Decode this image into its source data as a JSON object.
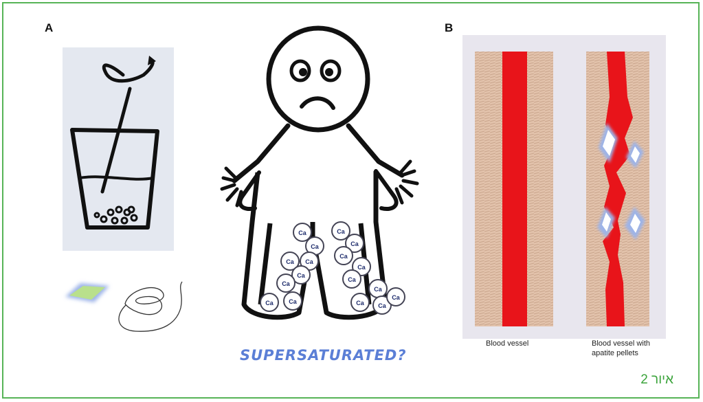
{
  "panels": {
    "a_label": "A",
    "b_label": "B"
  },
  "supersaturated_text": "SUPERSATURATED?",
  "ca_label": "Ca",
  "captions": {
    "vessel_left": "Blood vessel",
    "vessel_right_line1": "Blood vessel with",
    "vessel_right_line2": "apatite pellets"
  },
  "figure_caption": "איור 2",
  "colors": {
    "frame": "#56b356",
    "caption_green": "#3aa33a",
    "blood": "#e8141a",
    "vessel_wall": "#e0c0a8",
    "super_text": "#5b7fd6",
    "crystal": "#9db4e8",
    "sketch_bg": "#e4e8f0",
    "vessel_bg": "#e8e6ee"
  }
}
